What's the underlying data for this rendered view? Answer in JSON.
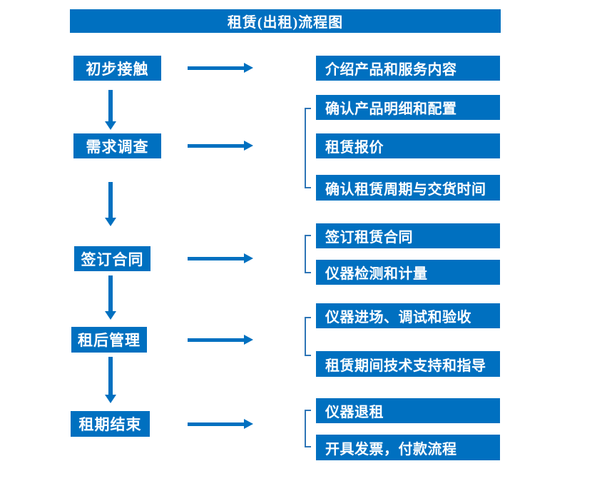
{
  "title": "租赁(出租)流程图",
  "colors": {
    "primary": "#0070C0",
    "bracket": "#2E75B6",
    "box_text": "#FFFFFF",
    "background": "#FFFFFF"
  },
  "stages": [
    {
      "label": "初步接触",
      "details": [
        "介绍产品和服务内容"
      ]
    },
    {
      "label": "需求调查",
      "details": [
        "确认产品明细和配置",
        "租赁报价",
        "确认租赁周期与交货时间"
      ]
    },
    {
      "label": "签订合同",
      "details": [
        "签订租赁合同",
        "仪器检测和计量"
      ]
    },
    {
      "label": "租后管理",
      "details": [
        "仪器进场、调试和验收",
        "租赁期间技术支持和指导"
      ]
    },
    {
      "label": "租期结束",
      "details": [
        "仪器退租",
        "开具发票，付款流程"
      ]
    }
  ]
}
